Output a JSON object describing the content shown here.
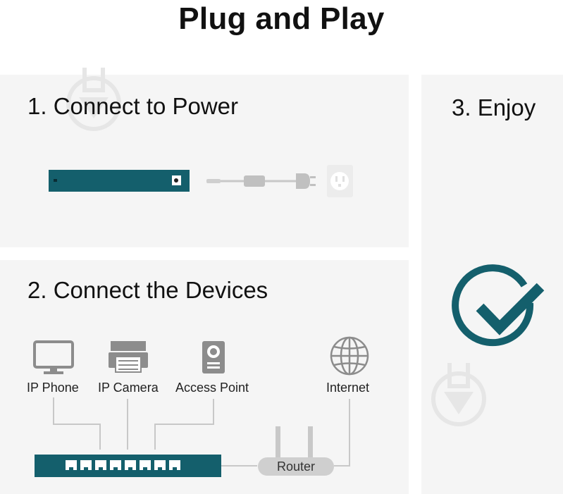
{
  "page": {
    "title": "Plug and Play"
  },
  "steps": [
    {
      "label": "1. Connect to Power"
    },
    {
      "label": "2. Connect the Devices"
    },
    {
      "label": "3. Enjoy"
    }
  ],
  "devices": {
    "ip_phone": "IP Phone",
    "ip_camera": "IP Camera",
    "access_point": "Access Point",
    "internet": "Internet",
    "router": "Router"
  },
  "switch": {
    "port_count": 8
  },
  "colors": {
    "switch_teal": "#145f6c",
    "icon_gray": "#8c8c8c",
    "line_gray": "#c8c8c8",
    "panel_bg": "#f5f5f5",
    "watermark": "#e6e6e6"
  },
  "icons": [
    "power-plug-icon",
    "outlet-icon",
    "monitor-icon",
    "printer-icon",
    "access-point-icon",
    "globe-icon",
    "router-icon",
    "checkmark-icon",
    "watermark-icon"
  ]
}
